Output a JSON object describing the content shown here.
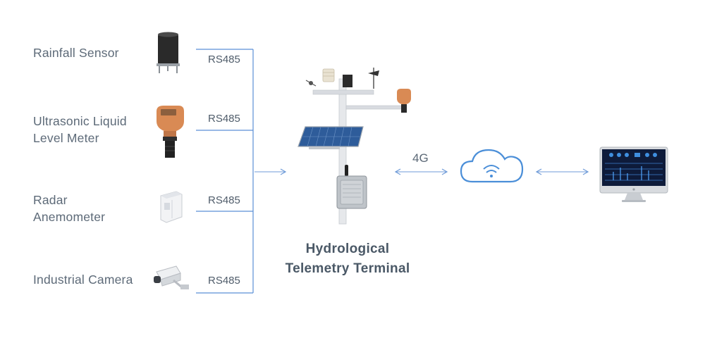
{
  "sensors": [
    {
      "name": "Rainfall Sensor",
      "bus": "RS485"
    },
    {
      "line1": "Ultrasonic Liquid",
      "line2": "Level Meter",
      "bus": "RS485"
    },
    {
      "line1": "Radar",
      "line2": "Anemometer",
      "bus": "RS485"
    },
    {
      "name": "Industrial Camera",
      "bus": "RS485"
    }
  ],
  "network": {
    "link": "4G"
  },
  "terminal": {
    "line1": "Hydrological",
    "line2": "Telemetry Terminal"
  },
  "icons": {
    "sensor1": "rain-gauge-icon",
    "sensor2": "ultrasonic-level-meter-icon",
    "sensor3": "radar-anemometer-icon",
    "sensor4": "industrial-camera-icon",
    "terminal": "weather-station-pole-icon",
    "cloud": "cloud-wifi-icon",
    "monitor": "desktop-monitor-icon"
  },
  "colors": {
    "line": "#5b8fd6",
    "text": "#5d6a78",
    "cloud_stroke": "#4a8ed8",
    "sensor_orange": "#d98a54"
  }
}
